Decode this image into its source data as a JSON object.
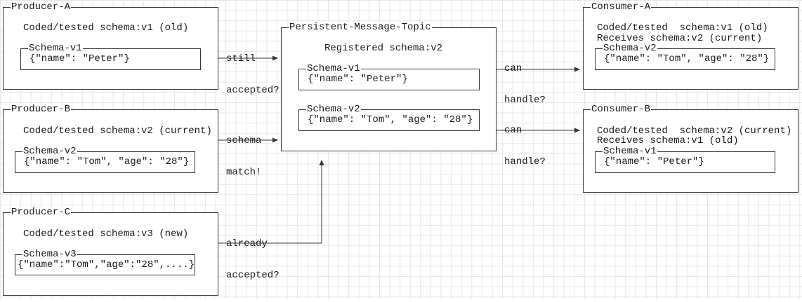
{
  "producers": [
    {
      "title": "Producer-A",
      "note": "Coded/tested schema:v1 (old)",
      "schema_title": "Schema-v1",
      "schema_body": "{\"name\": \"Peter\"}"
    },
    {
      "title": "Producer-B",
      "note": "Coded/tested schema:v2 (current)",
      "schema_title": "Schema-v2",
      "schema_body": "{\"name\": \"Tom\", \"age\": \"28\"}"
    },
    {
      "title": "Producer-C",
      "note": "Coded/tested schema:v3 (new)",
      "schema_title": "Schema-v3",
      "schema_body": "{\"name\":\"Tom\",\"age\":\"28\",....}"
    }
  ],
  "topic": {
    "title": "Persistent-Message-Topic",
    "note": "Registered schema:v2",
    "schemas": [
      {
        "title": "Schema-v1",
        "body": "{\"name\": \"Peter\"}"
      },
      {
        "title": "Schema-v2",
        "body": "{\"name\": \"Tom\", \"age\": \"28\"}"
      }
    ]
  },
  "consumers": [
    {
      "title": "Consumer-A",
      "line1": "Coded/tested  schema:v1 (old)",
      "line2": "Receives schema:v2 (current)",
      "schema_title": "Schema-v2",
      "schema_body": "{\"name\": \"Tom\", \"age\": \"28\"}"
    },
    {
      "title": "Consumer-B",
      "line1": "Coded/tested  schema:v2 (current)",
      "line2": "Receives schema:v1 (old)",
      "schema_title": "Schema-v1",
      "schema_body": "{\"name\": \"Peter\"}"
    }
  ],
  "edges": {
    "a_to_topic": [
      "still",
      "accepted?"
    ],
    "b_to_topic": [
      "schema",
      "match!"
    ],
    "c_to_topic": [
      "already",
      "accepted?"
    ],
    "topic_to_consumer_a": [
      "can",
      "handle?"
    ],
    "topic_to_consumer_b": [
      "can",
      "handle?"
    ]
  },
  "colors": {
    "line": "#333333",
    "grid": "#e6e6e6",
    "text": "#1a1a1a"
  }
}
